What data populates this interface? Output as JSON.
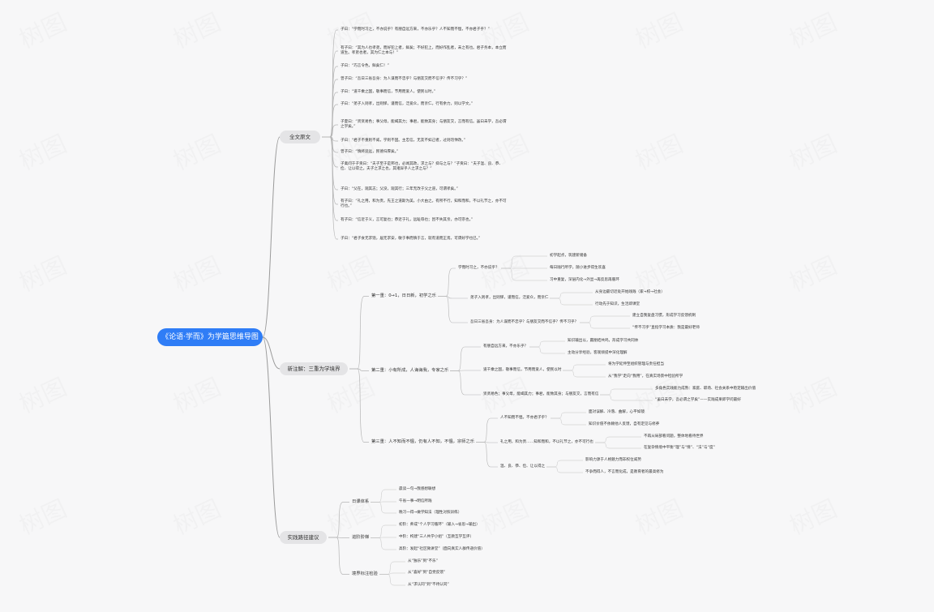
{
  "root": "《论语·学而》为学篇思维导图",
  "branches": [
    {
      "label": "全文原文",
      "items": [
        "子曰：“学而时习之，不亦说乎？有朋自远方来，不亦乐乎？人不知而不愠，不亦君子乎？”",
        "有子曰：“其为人也孝弟，而好犯上者，鲜矣；不好犯上，而好作乱者，未之有也。君子务本，本立而道生。孝弟也者，其为仁之本与！”",
        "子曰：“巧言令色，鲜矣仁！”",
        "曾子曰：“吾日三省吾身：为人谋而不忠乎？与朋友交而不信乎？传不习乎？”",
        "子曰：“道千乘之国，敬事而信，节用而爱人，使民以时。”",
        "子曰：“弟子入则孝，出则悌，谨而信，泛爱众，而亲仁。行有余力，则以学文。”",
        "子夏曰：“贤贤易色；事父母，能竭其力；事君，能致其身；与朋友交，言而有信。虽曰未学，吾必谓之学矣。”",
        "子曰：“君子不重则不威，学则不固。主忠信，无友不如己者，过则勿惮改。”",
        "曾子曰：“慎终追远，民德归厚矣。”",
        "子禽问于子贡曰：“夫子至于是邦也，必闻其政，求之与？抑与之与？”子贡曰：“夫子温、良、恭、俭、让以得之。夫子之求之也，其诸异乎人之求之与？”",
        "子曰：“父在，观其志；父没，观其行；三年无改于父之道，可谓孝矣。”",
        "有子曰：“礼之用，和为贵。先王之道斯为美，小大由之。有所不行，知和而和，不以礼节之，亦不可行也。”",
        "有子曰：“信近于义，言可复也；恭近于礼，远耻辱也；因不失其亲，亦可宗也。”",
        "子曰：“君子食无求饱，居无求安，敏于事而慎于言，就有道而正焉，可谓好学也已。”"
      ]
    },
    {
      "label": "新注解：三重为学境界",
      "children": [
        {
          "label": "第一重：0→1，日日新，初学之乐",
          "children": [
            {
              "label": "学而时习之，不亦说乎？",
              "leaves": [
                "初学起点，筑建新储备",
                "每日践行所学，随小进步得生欢喜",
                "习中重复，深层内化→外显→再反思再循环"
              ]
            },
            {
              "label": "弟子入则孝，出则悌，谨而信，泛爱众，而亲仁",
              "leaves": [
                "从身边最切近处开始践践（家→校→社会）",
                "行动先于知识，生活即课堂"
              ]
            },
            {
              "label": "吾日三省吾身：为人谋而不忠乎？与朋友交而不信乎？传不习乎？",
              "leaves": [
                "建立自我复盘习惯，形成学习反馈机制",
                "“传不习乎”直指学习本质：我是最好老师"
              ]
            }
          ]
        },
        {
          "label": "第二重：小有所成，人诲诲我，专家之乐",
          "children": [
            {
              "label": "有朋自远方来，不亦乐乎？",
              "leaves": [
                "知识输出以，赢朋结共鸣，形成学习共同体",
                "主动分享经验，客观倾提中深化理解"
              ]
            },
            {
              "label": "道千乘之国，敬事而信，节用而爱人，使民以时",
              "leaves": [
                "将为学延伸至组织管理与责任担当",
                "从“我学”走向“我用”，在真实场景中检验所学"
              ]
            },
            {
              "label": "贤贤易色；事父母，能竭其力；事君，能致其身；与朋友交，言而有信",
              "leaves": [
                "多角色实践能力成熟：家庭、职场、社会关系中稳定输出价值",
                "“虽曰未学，吾必谓之学矣”——实践成果即学问最好"
              ]
            }
          ]
        },
        {
          "label": "第三重：人不知而不愠，仍有人不知，不愠，宗师之乐",
          "children": [
            {
              "label": "人不知而不愠，不亦君子乎？",
              "leaves": [
                "面对误解、冷落、曲解，心平如镜",
                "知识价值不依赖他人反馈，自有定见与修养"
              ]
            },
            {
              "label": "礼之用，和为贵……知和而和，不以礼节之，亦不可行也",
              "leaves": [
                "不再从局部看问题，整体地看待世界",
                "在复杂情境中平衡“理”与“情”、“法”与“度”"
              ]
            },
            {
              "label": "温、良、恭、俭、让以得之",
              "leaves": [
                "影响力源于人格魅力而非权位威势",
                "不争而得人，不言而化成，是教育者的最高修为"
              ]
            }
          ]
        }
      ]
    },
    {
      "label": "实践路径建议",
      "children": [
        {
          "label": "日课体系",
          "leaves": [
            "晨读一句→我感想联想",
            "午省一事→明信所践",
            "晚习一得→做学知法（理性对照训练）"
          ]
        },
        {
          "label": "进阶阶梯",
          "leaves": [
            "初阶：养成“个人学习循环”（输入→省思→输出）",
            "中阶：构建“三人共学小组”（互教互学互评）",
            "高阶：发起“社区微讲堂”（面向真实人群传递价值）"
          ]
        },
        {
          "label": "境界标注检验",
          "leaves": [
            "从“独乐”到“不乐”",
            "从“喜好”到“自觉反馈”",
            "从“求认同”到“不待认同”"
          ]
        }
      ]
    }
  ],
  "watermark": "树图"
}
